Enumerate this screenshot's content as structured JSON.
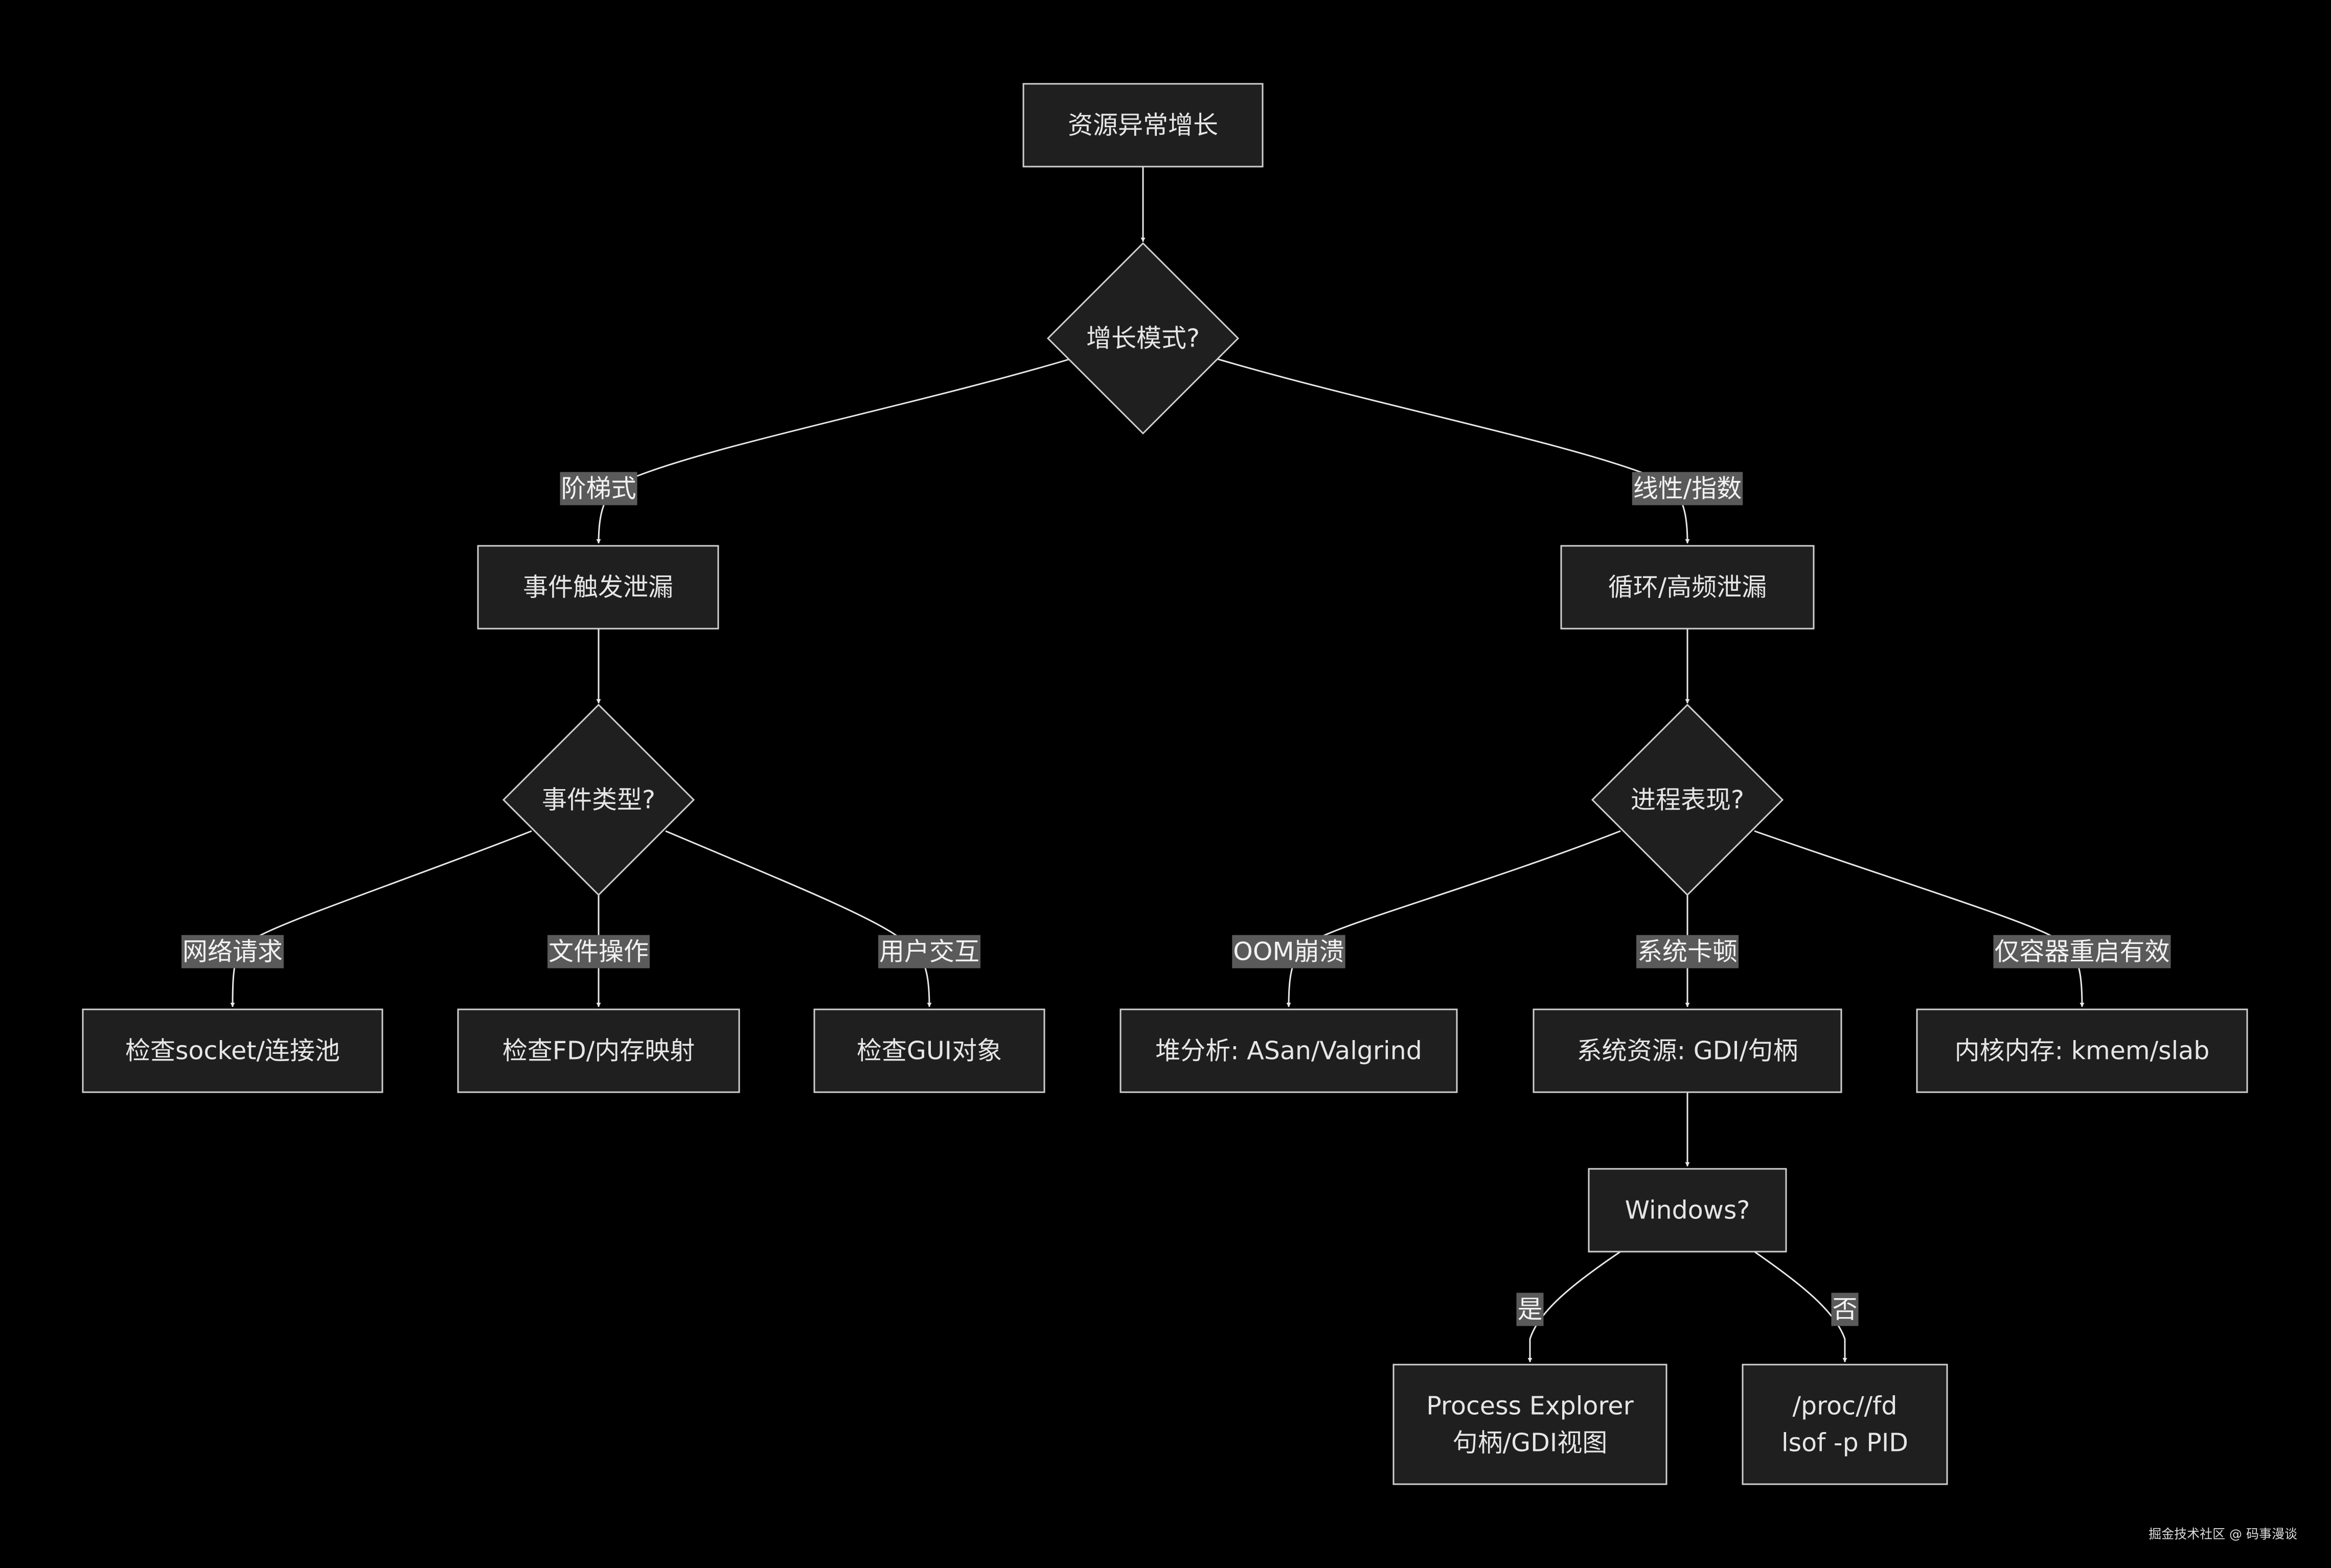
{
  "nodes": {
    "start": {
      "lines": [
        "资源异常增长"
      ]
    },
    "growth_mode": {
      "lines": [
        "增长模式?"
      ]
    },
    "event_leak": {
      "lines": [
        "事件触发泄漏"
      ]
    },
    "loop_leak": {
      "lines": [
        "循环/高频泄漏"
      ]
    },
    "event_type": {
      "lines": [
        "事件类型?"
      ]
    },
    "process_behavior": {
      "lines": [
        "进程表现?"
      ]
    },
    "check_socket": {
      "lines": [
        "检查socket/连接池"
      ]
    },
    "check_fd": {
      "lines": [
        "检查FD/内存映射"
      ]
    },
    "check_gui": {
      "lines": [
        "检查GUI对象"
      ]
    },
    "heap_analysis": {
      "lines": [
        "堆分析: ASan/Valgrind"
      ]
    },
    "system_resource": {
      "lines": [
        "系统资源: GDI/句柄"
      ]
    },
    "kernel_memory": {
      "lines": [
        "内核内存: kmem/slab"
      ]
    },
    "windows": {
      "lines": [
        "Windows?"
      ]
    },
    "process_explorer": {
      "lines": [
        "Process Explorer",
        "句柄/GDI视图"
      ]
    },
    "proc_fd": {
      "lines": [
        "/proc//fd",
        "lsof -p PID"
      ]
    }
  },
  "edge_labels": {
    "staircase": "阶梯式",
    "linear_exp": "线性/指数",
    "network": "网络请求",
    "file_op": "文件操作",
    "user_interaction": "用户交互",
    "oom": "OOM崩溃",
    "stutter": "系统卡顿",
    "container_restart": "仅容器重启有效",
    "yes": "是",
    "no": "否"
  },
  "watermark": "掘金技术社区 @ 码事漫谈"
}
